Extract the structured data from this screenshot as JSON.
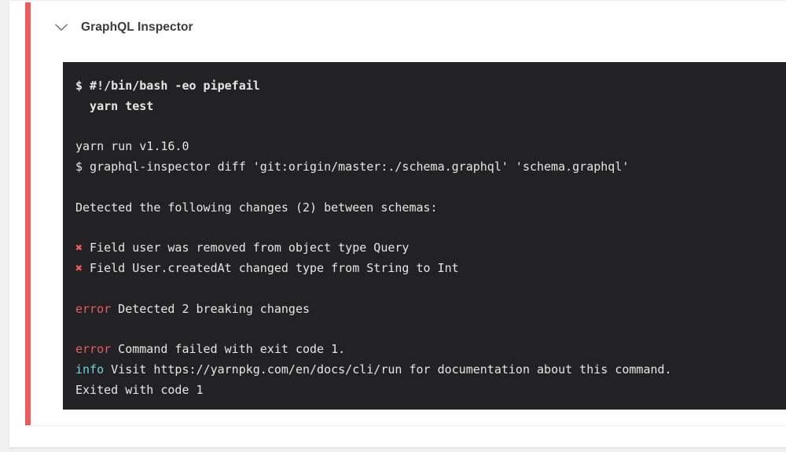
{
  "theme": {
    "page_background": "#f1f1f1",
    "card_background": "#ffffff",
    "accent_color": "#ef5b5b",
    "terminal_background": "#222224",
    "terminal_text": "#e6e6e6",
    "error_color": "#e85c62",
    "info_color": "#6fd6da"
  },
  "step": {
    "icon": "chevron-down-icon",
    "title": "GraphQL Inspector",
    "status": "failed"
  },
  "terminal": {
    "lines": [
      {
        "id": "line-shebang",
        "style": "bold",
        "segments": [
          {
            "text": "$ #!/bin/bash -eo pipefail",
            "tone": "plain"
          }
        ]
      },
      {
        "id": "line-yarn-test",
        "style": "bold",
        "segments": [
          {
            "text": "  yarn test",
            "tone": "plain"
          }
        ]
      },
      {
        "id": "line-blank-1",
        "style": "blank",
        "segments": []
      },
      {
        "id": "line-yarn-run",
        "style": "normal",
        "segments": [
          {
            "text": "yarn run v1.16.0",
            "tone": "plain"
          }
        ]
      },
      {
        "id": "line-inspector-diff",
        "style": "normal",
        "segments": [
          {
            "text": "$ graphql-inspector diff 'git:origin/master:./schema.graphql' 'schema.graphql'",
            "tone": "plain"
          }
        ]
      },
      {
        "id": "line-blank-2",
        "style": "blank",
        "segments": []
      },
      {
        "id": "line-detected-changes",
        "style": "normal",
        "segments": [
          {
            "text": "Detected the following changes (2) between schemas:",
            "tone": "plain"
          }
        ]
      },
      {
        "id": "line-blank-3",
        "style": "blank",
        "segments": []
      },
      {
        "id": "line-change-1",
        "style": "normal",
        "segments": [
          {
            "text": "✖",
            "tone": "cross"
          },
          {
            "text": " Field user was removed from object type Query",
            "tone": "plain"
          }
        ]
      },
      {
        "id": "line-change-2",
        "style": "normal",
        "segments": [
          {
            "text": "✖",
            "tone": "cross"
          },
          {
            "text": " Field User.createdAt changed type from String to Int",
            "tone": "plain"
          }
        ]
      },
      {
        "id": "line-blank-4",
        "style": "blank",
        "segments": []
      },
      {
        "id": "line-breaking-changes",
        "style": "normal",
        "segments": [
          {
            "text": "error",
            "tone": "error"
          },
          {
            "text": " Detected 2 breaking changes",
            "tone": "plain"
          }
        ]
      },
      {
        "id": "line-blank-5",
        "style": "blank",
        "segments": []
      },
      {
        "id": "line-command-failed",
        "style": "normal",
        "segments": [
          {
            "text": "error",
            "tone": "error"
          },
          {
            "text": " Command failed with exit code 1.",
            "tone": "plain"
          }
        ]
      },
      {
        "id": "line-info-visit",
        "style": "normal",
        "segments": [
          {
            "text": "info",
            "tone": "info"
          },
          {
            "text": " Visit https://yarnpkg.com/en/docs/cli/run for documentation about this command.",
            "tone": "plain"
          }
        ]
      },
      {
        "id": "line-exited",
        "style": "normal",
        "segments": [
          {
            "text": "Exited with code 1",
            "tone": "plain"
          }
        ]
      }
    ]
  }
}
